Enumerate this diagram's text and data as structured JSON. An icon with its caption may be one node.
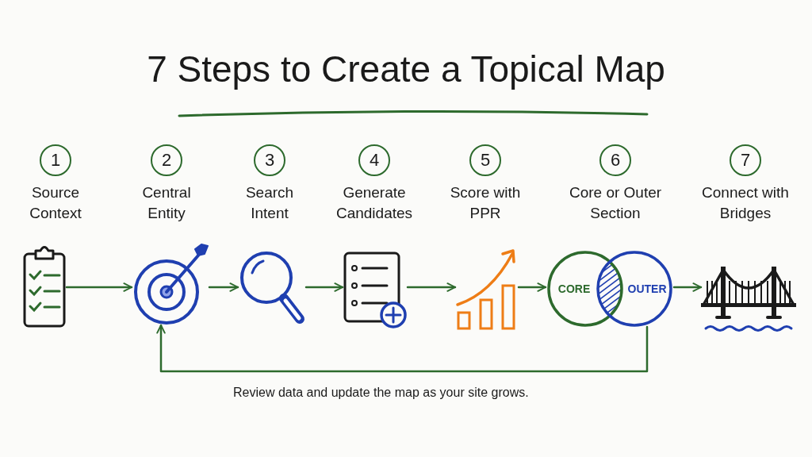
{
  "diagram": {
    "title": "7 Steps to Create a Topical Map",
    "nodes": [
      {
        "text": [
          "1"
        ],
        "beside": [
          "Source Context"
        ]
      },
      {
        "text": [
          "2"
        ],
        "beside": [
          "Central Entity"
        ]
      },
      {
        "text": [
          "3"
        ],
        "beside": [
          "Search Intent"
        ]
      },
      {
        "text": [
          "4"
        ],
        "beside": [
          "Generate Candidates"
        ]
      },
      {
        "text": [
          "5"
        ],
        "beside": [
          "Score with PPR"
        ]
      },
      {
        "text": [
          "6"
        ],
        "beside": [
          "Core or Outer Section"
        ]
      },
      {
        "text": [
          "7"
        ],
        "beside": [
          "Connect with Bridges"
        ]
      },
      {
        "text": [],
        "shape": "picture"
      },
      {
        "text": [],
        "shape": "picture"
      },
      {
        "text": [],
        "shape": "picture"
      },
      {
        "text": [],
        "shape": "picture"
      },
      {
        "text": [],
        "shape": "picture"
      },
      {
        "text": [
          "CORE",
          "OUTER"
        ]
      },
      {
        "text": [],
        "shape": "picture"
      }
    ],
    "edges": [
      {
        "from": 7,
        "to": 8,
        "arrow": "to"
      },
      {
        "from": 8,
        "to": 9,
        "arrow": "to"
      },
      {
        "from": 9,
        "to": 10,
        "arrow": "to"
      },
      {
        "from": 10,
        "to": 11,
        "arrow": "to"
      },
      {
        "from": 11,
        "to": 12,
        "arrow": "to"
      },
      {
        "from": 12,
        "to": 13,
        "arrow": "to"
      },
      {
        "from": 12,
        "to": 8,
        "label": "Review data and update the map as your site grows.",
        "arrow": "to"
      }
    ]
  }
}
